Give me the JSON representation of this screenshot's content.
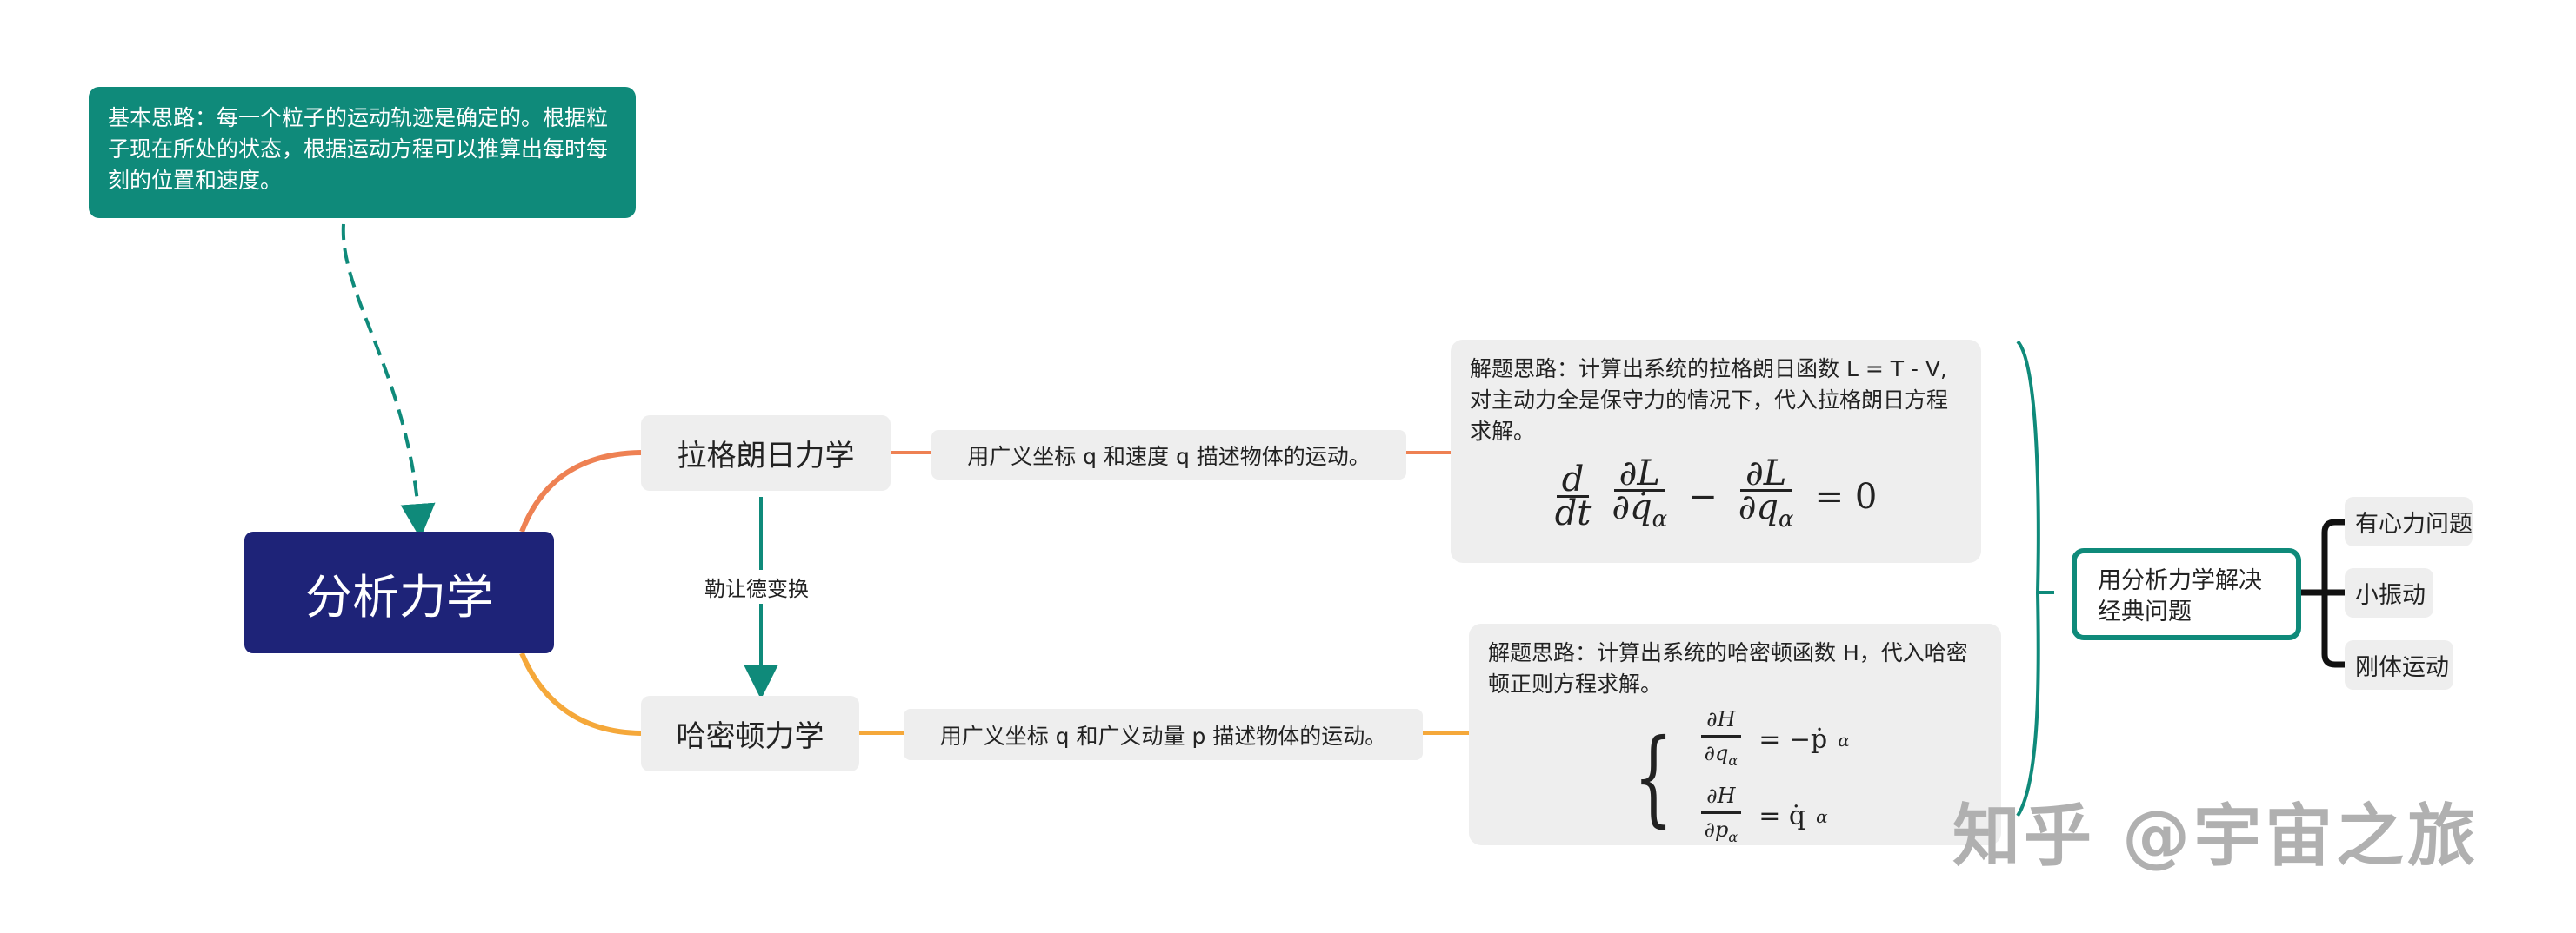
{
  "note": {
    "text": "基本思路：每一个粒子的运动轨迹是确定的。根据粒子现在所处的状态，根据运动方程可以推算出每时每刻的位置和速度。"
  },
  "root": {
    "label": "分析力学"
  },
  "lagrange": {
    "label": "拉格朗日力学",
    "description": "用广义坐标 q 和速度 q 描述物体的运动。",
    "method": "解题思路：计算出系统的拉格朗日函数 L = T - V,对主动力全是保守力的情况下，代入拉格朗日方程求解。",
    "equation": {
      "d": "d",
      "dt": "dt",
      "num1": "∂L",
      "den1": "∂q̇",
      "sub": "α",
      "minus": "−",
      "num2": "∂L",
      "den2": "∂q",
      "eq": "= 0"
    }
  },
  "transform": {
    "label": "勒让德变换"
  },
  "hamilton": {
    "label": "哈密顿力学",
    "description": "用广义坐标 q 和广义动量 p 描述物体的运动。",
    "method": "解题思路：计算出系统的哈密顿函数 H，代入哈密顿正则方程求解。",
    "equations": [
      {
        "num": "∂H",
        "den": "∂q",
        "sub": "α",
        "rhs": "= −ṗ"
      },
      {
        "num": "∂H",
        "den": "∂p",
        "sub": "α",
        "rhs": "= q̇"
      }
    ]
  },
  "solve": {
    "label": "用分析力学解决经典问题"
  },
  "problems": [
    "有心力问题",
    "小振动",
    "刚体运动"
  ],
  "watermark": "知乎 @宇宙之旅",
  "colors": {
    "teal": "#0f8a7a",
    "navy": "#1e2378",
    "orange": "#ee8153",
    "amber": "#f5a83a",
    "node": "#eeeeee"
  }
}
